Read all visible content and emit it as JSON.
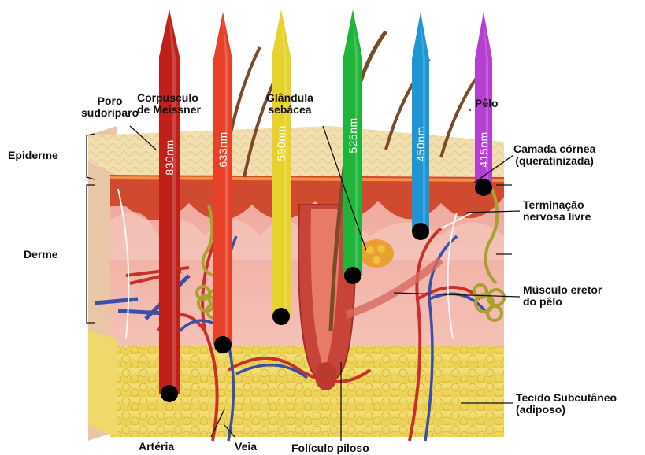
{
  "labels": {
    "poro": [
      "Poro",
      "sudoriparo"
    ],
    "meissner": [
      "Corpusculo",
      "de Meissner"
    ],
    "glandula": [
      "Glândula",
      "sebácea"
    ],
    "pelo": "Pêlo",
    "epiderme": "Epiderme",
    "derme": "Derme",
    "camada": [
      "Camada córnea",
      "(queratinizada)"
    ],
    "terminacao": [
      "Terminação",
      "nervosa livre"
    ],
    "musculo": [
      "Músculo eretor",
      "do pêlo"
    ],
    "tecido": [
      "Tecido Subcutâneo",
      "(adiposo)"
    ],
    "arteria": "Artéria",
    "veia": "Veia",
    "foliculo": "Folículo piloso"
  },
  "wavelengths": [
    {
      "label": "830nm",
      "color": "#c01f1a"
    },
    {
      "label": "633nm",
      "color": "#e8412a"
    },
    {
      "label": "590nm",
      "color": "#e6d22a"
    },
    {
      "label": "525nm",
      "color": "#1fb43a"
    },
    {
      "label": "450nm",
      "color": "#1f96d4"
    },
    {
      "label": "415nm",
      "color": "#b43fd1"
    }
  ],
  "colors": {
    "epidermis_surface": "#efdca6",
    "epidermis_red": "#c8402e",
    "dermis": "#f2b7ae",
    "subcutaneous_fat": "#f3dd6a",
    "artery": "#c8302a",
    "vein": "#3a4fa8"
  }
}
